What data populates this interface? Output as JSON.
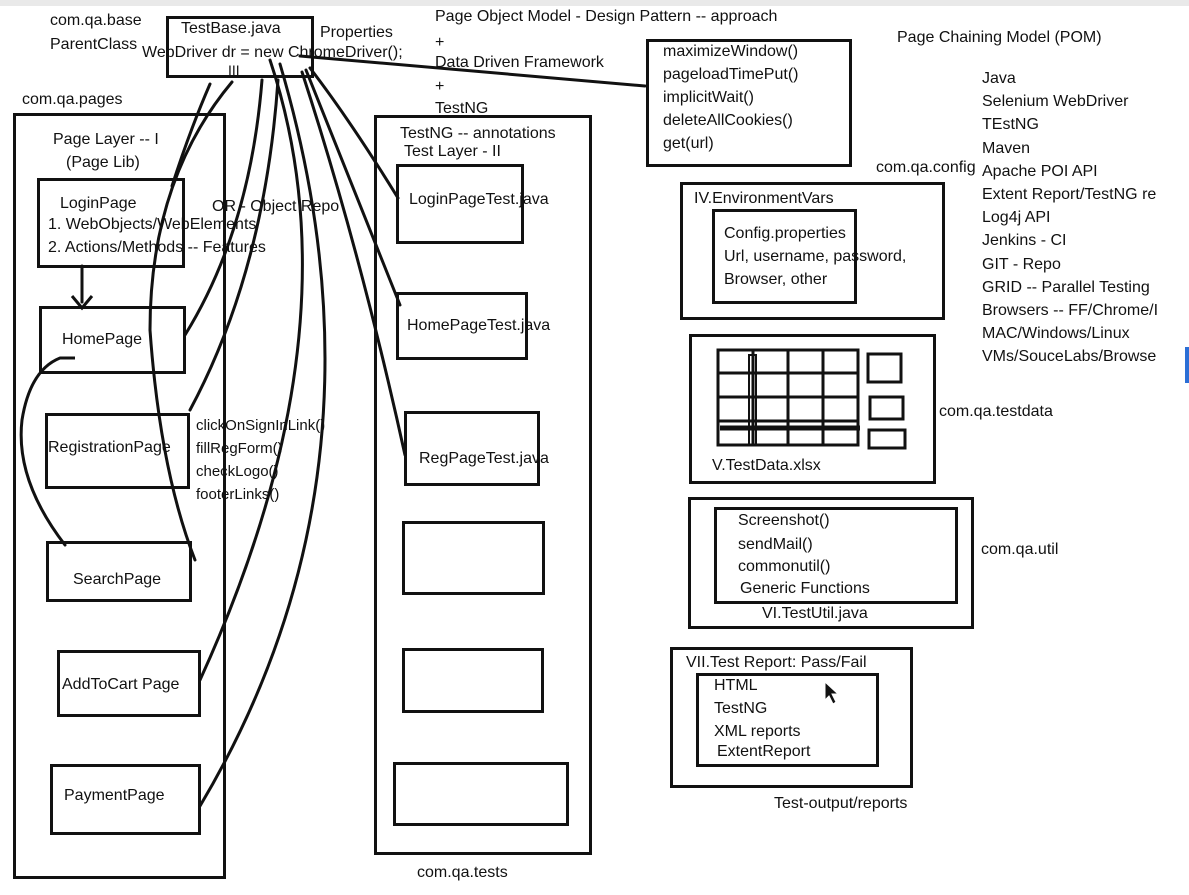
{
  "header": {
    "title": "Page Object Model - Design Pattern -- approach",
    "plus1": "+",
    "data_driven": "Data Driven Framework",
    "plus2": "+",
    "testng": "TestNG",
    "page_chaining": "Page Chaining Model (POM)"
  },
  "base": {
    "package": "com.qa.base",
    "parent_class": "ParentClass",
    "title": "TestBase.java",
    "webdriver": "WebDriver dr = new ChromeDriver();",
    "roman": "III",
    "properties": "Properties"
  },
  "browser_methods": [
    "maximizeWindow()",
    "pageloadTimePut()",
    "implicitWait()",
    "deleteAllCookies()",
    "get(url)"
  ],
  "pages": {
    "package": "com.qa.pages",
    "layer_line1": "Page Layer -- I",
    "layer_line2": "(Page Lib)",
    "login_title": "LoginPage",
    "login_item1": "1. WebObjects/WebElements",
    "login_item2": "2. Actions/Methods -- Features",
    "object_repo": "OR - Object Repo",
    "home": "HomePage",
    "registration": "RegistrationPage",
    "search": "SearchPage",
    "addtocart": "AddToCart Page",
    "payment": "PaymentPage",
    "methods": [
      "clickOnSignInLink()",
      "fillRegForm()",
      "checkLogo()",
      "footerLinks()"
    ]
  },
  "tests": {
    "layer_line1": "TestNG -- annotations",
    "layer_line2": "Test Layer - II",
    "login": "LoginPageTest.java",
    "home": "HomePageTest.java",
    "reg": "RegPageTest.java",
    "package": "com.qa.tests"
  },
  "config": {
    "package": "com.qa.config",
    "title": "IV.EnvironmentVars",
    "line1": "Config.properties",
    "line2": "Url, username, password,",
    "line3": "Browser, other"
  },
  "testdata": {
    "label": "V.TestData.xlsx",
    "package": "com.qa.testdata"
  },
  "util": {
    "items": [
      "Screenshot()",
      "sendMail()",
      "commonutil()",
      "Generic Functions"
    ],
    "label": "VI.TestUtil.java",
    "package": "com.qa.util"
  },
  "report": {
    "title": "VII.Test Report: Pass/Fail",
    "items": [
      "HTML",
      "TestNG",
      "XML reports",
      "ExtentReport"
    ],
    "output": "Test-output/reports"
  },
  "tools": [
    "Java",
    "Selenium WebDriver",
    "TEstNG",
    "Maven",
    "Apache POI API",
    "Extent Report/TestNG re",
    "Log4j API",
    "Jenkins - CI",
    "GIT - Repo",
    "GRID -- Parallel Testing",
    "Browsers -- FF/Chrome/I",
    "MAC/Windows/Linux",
    "VMs/SouceLabs/Browse"
  ]
}
